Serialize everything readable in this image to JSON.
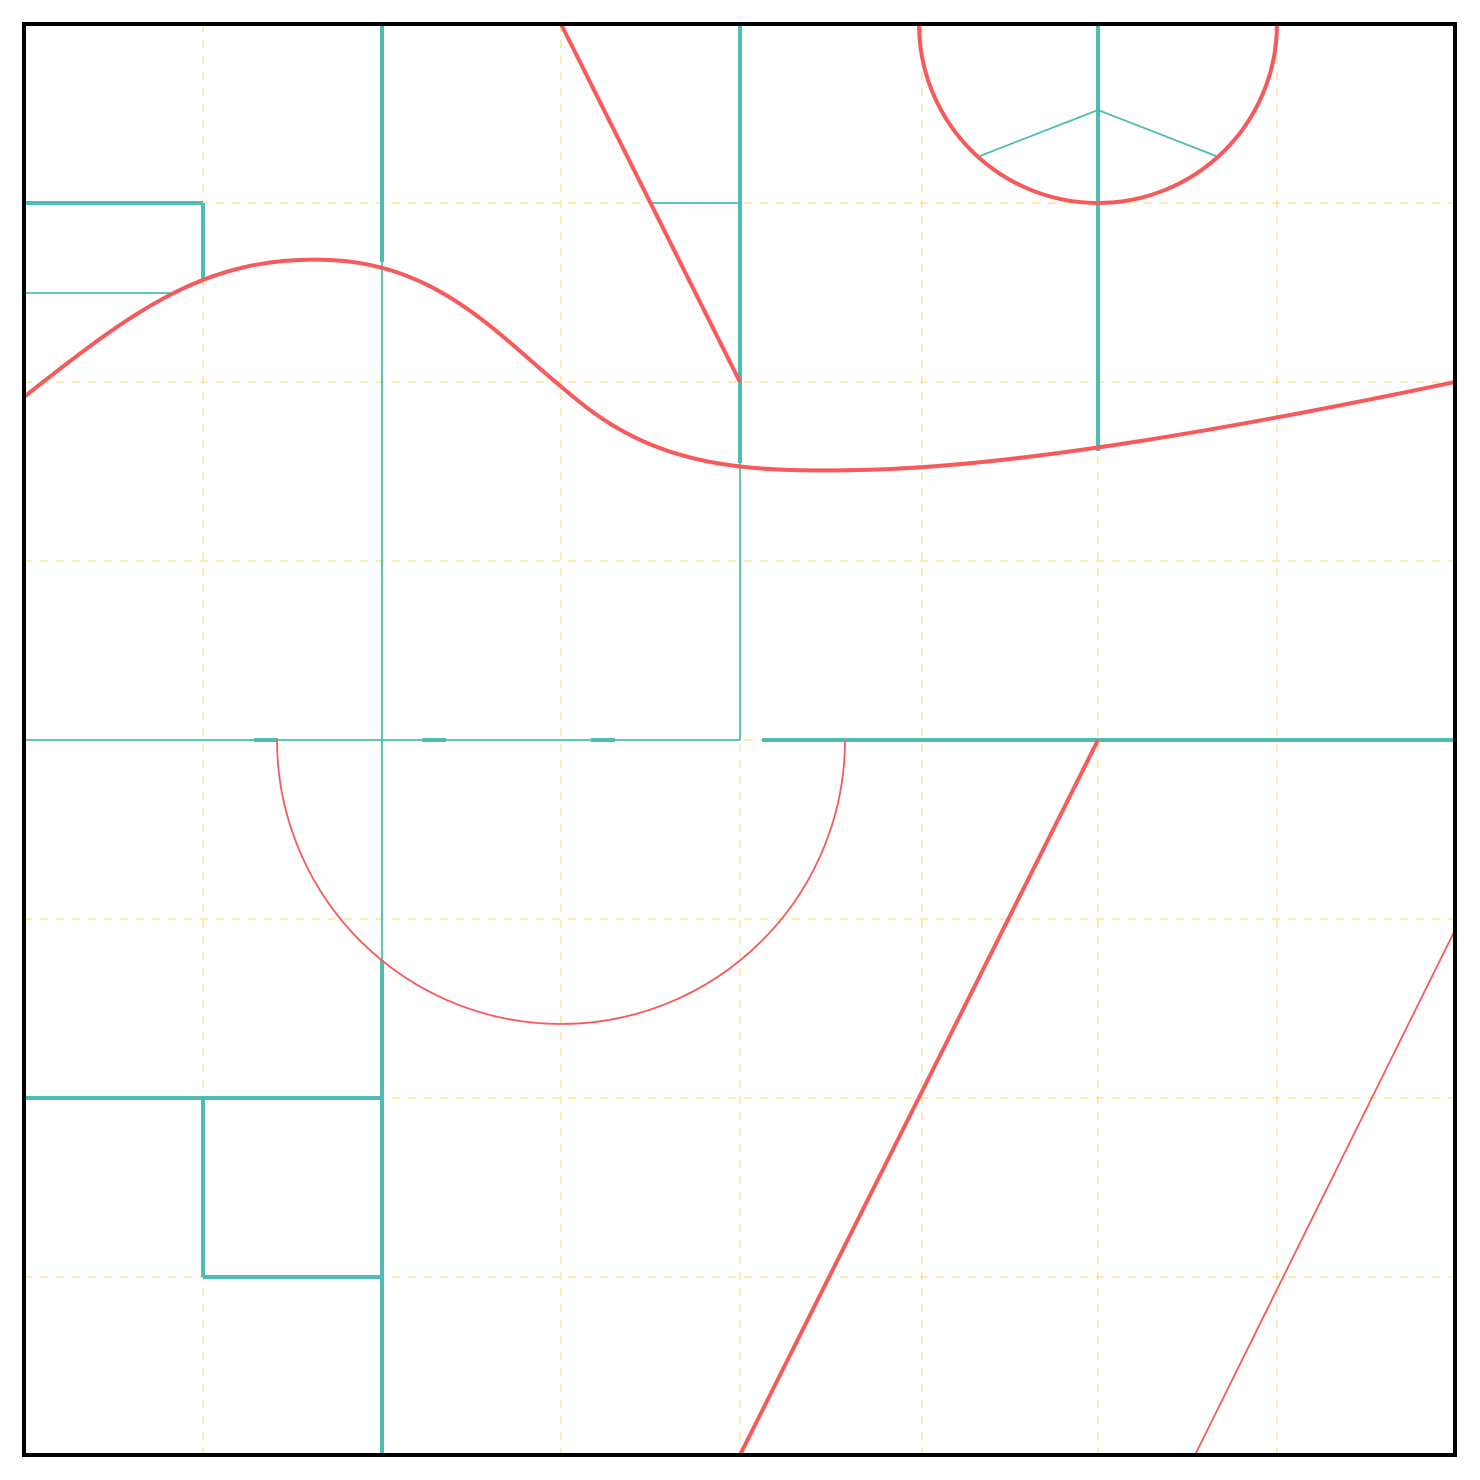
{
  "diagram": {
    "background_color": "#ffffff",
    "frame_color": "#000000",
    "grid_color": "#ffd97a",
    "primary_color": "#4dbdb3",
    "accent_color": "#f65a5b",
    "grid": {
      "divisions": 8,
      "style": "dashed"
    },
    "shapes": [
      "teal-orthogonal-path-network",
      "red-wave-curve",
      "red-circle-partial-top-right",
      "red-semicircle-bottom-left",
      "red-diagonal-line-short-top",
      "red-diagonal-line-long-bottom",
      "red-diagonal-line-thin-bottom-right",
      "teal-y-junction-in-circle"
    ]
  }
}
